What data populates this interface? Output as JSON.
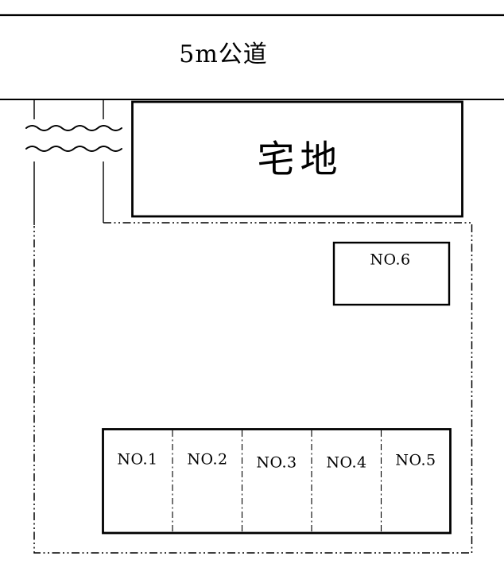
{
  "diagram": {
    "title_meaning": "land plot layout drawing",
    "road_label": "5m公道",
    "site_label": "宅地",
    "lot6_label": "NO.6",
    "parking_lots": [
      {
        "label": "NO.1"
      },
      {
        "label": "NO.2"
      },
      {
        "label": "NO.3"
      },
      {
        "label": "NO.4"
      },
      {
        "label": "NO.5"
      }
    ],
    "colors": {
      "line": "#000000",
      "background": "#ffffff"
    }
  }
}
